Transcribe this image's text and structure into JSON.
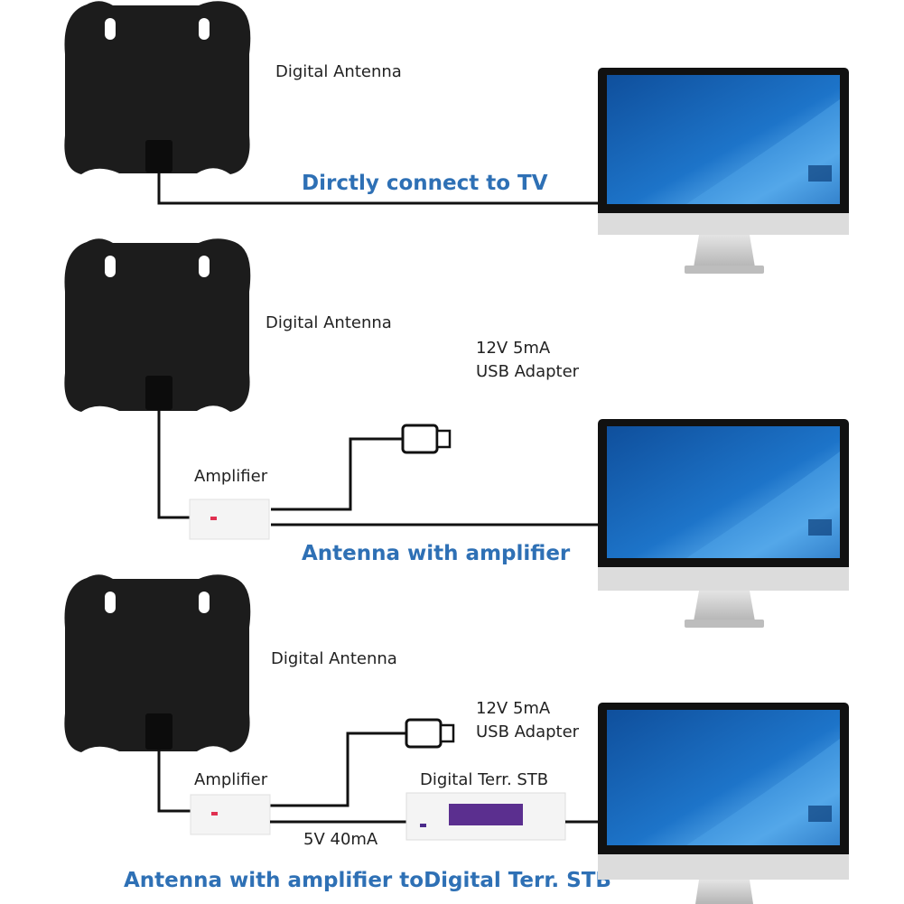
{
  "colors": {
    "caption": "#2e70b5",
    "antenna": "#1c1c1c",
    "cable": "#111111",
    "screen": "#1d6dc0",
    "bezel": "#111111",
    "stand": "#c8c8c8",
    "stb_display": "#5b2f8f"
  },
  "panels": [
    {
      "antenna_label": "Digital Antenna",
      "caption": "Dirctly connect to TV"
    },
    {
      "antenna_label": "Digital Antenna",
      "adapter_line1": "12V 5mA",
      "adapter_line2": "USB Adapter",
      "amplifier_label": "Amplifier",
      "caption": "Antenna with amplifier"
    },
    {
      "antenna_label": "Digital Antenna",
      "adapter_line1": "12V 5mA",
      "adapter_line2": "USB Adapter",
      "amplifier_label": "Amplifier",
      "stb_label": "Digital Terr. STB",
      "power_label": "5V 40mA",
      "caption": "Antenna with amplifier toDigital Terr. STB"
    }
  ],
  "icons": {
    "antenna": "flat-antenna-icon",
    "monitor": "monitor-icon",
    "amplifier": "amplifier-box-icon",
    "usb": "usb-plug-icon",
    "stb": "set-top-box-icon"
  }
}
